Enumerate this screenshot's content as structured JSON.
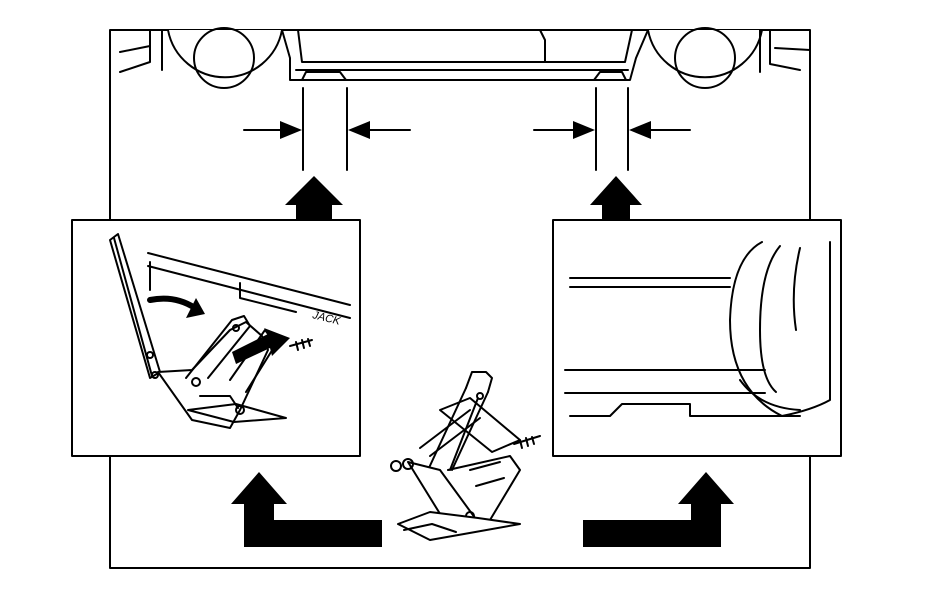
{
  "figure": {
    "jack_label": "JACK"
  },
  "colors": {
    "line": "#000000",
    "background": "#ffffff"
  },
  "icons": {
    "lift_point_markers": "inward-arrow-pair",
    "direction_arrows": "thick-up-arrow",
    "jack": "scissor-jack"
  }
}
